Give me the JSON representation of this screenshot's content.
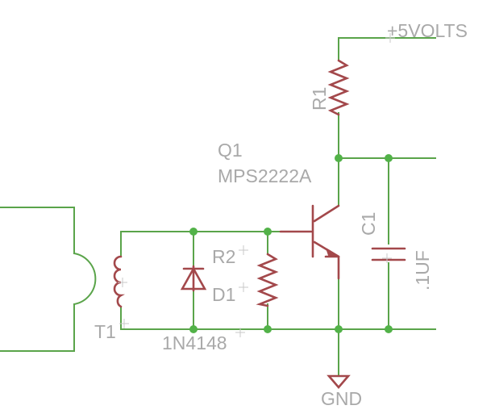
{
  "labels": {
    "supply": "+5VOLTS",
    "r1": "R1",
    "q1_name": "Q1",
    "q1_part": "MPS2222A",
    "c1_name": "C1",
    "c1_value": ".1UF",
    "r2": "R2",
    "d1": "D1",
    "t1": "T1",
    "d1_part": "1N4148",
    "gnd": "GND"
  },
  "colors": {
    "wire": "#5aa44a",
    "component": "#a3484b",
    "junction": "#52b248",
    "label": "#a9a9a9",
    "background": "#ffffff"
  }
}
